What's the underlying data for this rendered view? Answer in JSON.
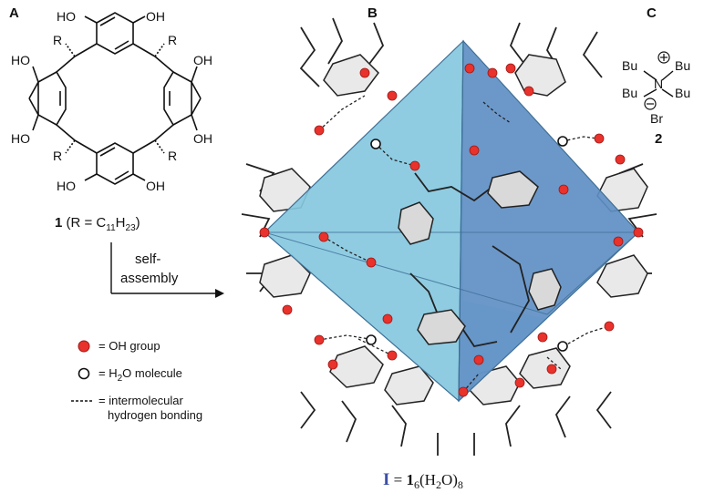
{
  "panels": {
    "a": "A",
    "b": "B",
    "c": "C"
  },
  "panel_a": {
    "oh_label": "HO",
    "oh_label_right": "OH",
    "r_label": "R",
    "compound": {
      "number": "1",
      "formula_prefix": " (R = C",
      "sub1": "11",
      "mid": "H",
      "sub2": "23",
      "suffix": ")"
    },
    "arrow_text_1": "self-",
    "arrow_text_2": "assembly"
  },
  "legend": {
    "oh": "= OH group",
    "water_prefix": "= H",
    "water_sub": "2",
    "water_suffix": "O molecule",
    "hbond_1": "= intermolecular",
    "hbond_2": "hydrogen bonding"
  },
  "panel_b": {
    "caption_roman": "I",
    "caption_eq": " = ",
    "caption_num": "1",
    "caption_sub": "6",
    "caption_rest": "(H",
    "caption_sub2": "2",
    "caption_end": "O)",
    "caption_sub3": "8"
  },
  "panel_c": {
    "bu": "Bu",
    "n": "N",
    "br": "Br",
    "compound_number": "2"
  },
  "colors": {
    "oh_dot": "#e8322b",
    "octa_light": "#86c8e0",
    "octa_dark": "#5f8fc4",
    "caption_blue": "#3b4fa6"
  }
}
